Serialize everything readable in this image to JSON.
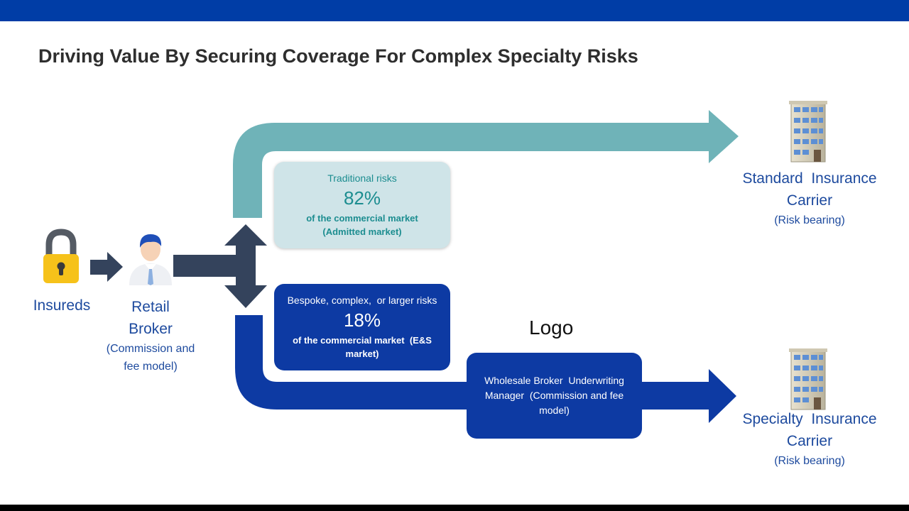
{
  "title": "Driving Value By Securing Coverage For Complex Specialty Risks",
  "colors": {
    "top_bar": "#003da6",
    "teal_arrow": "#6fb3b8",
    "blue_arrow": "#0d3aa3",
    "dark_arrow": "#34435c",
    "label_text": "#1d4a9e"
  },
  "icons": {
    "insureds": "padlock-icon",
    "broker": "businessman-avatar-icon",
    "carrier": "office-building-icon"
  },
  "nodes": {
    "insureds": {
      "label": "Insureds"
    },
    "retail_broker": {
      "label_line1": "Retail",
      "label_line2": "Broker",
      "sub_line1": "(Commission and",
      "sub_line2": "fee model)"
    },
    "standard_carrier": {
      "label_line1": "Standard  Insurance",
      "label_line2": "Carrier",
      "sub": "(Risk bearing)"
    },
    "specialty_carrier": {
      "label_line1": "Specialty  Insurance",
      "label_line2": "Carrier",
      "sub": "(Risk bearing)"
    }
  },
  "traditional_box": {
    "heading": "Traditional risks",
    "percent": "82%",
    "line1": "of the commercial market",
    "line2": "(Admitted market)"
  },
  "specialty_box": {
    "heading": "Bespoke, complex,  or larger risks",
    "percent": "18%",
    "line1": "of the commercial market  (E&S",
    "line2": "market)"
  },
  "wholesale_box": {
    "text": "Wholesale Broker  Underwriting Manager  (Commission and fee model)"
  },
  "logo": "Logo"
}
